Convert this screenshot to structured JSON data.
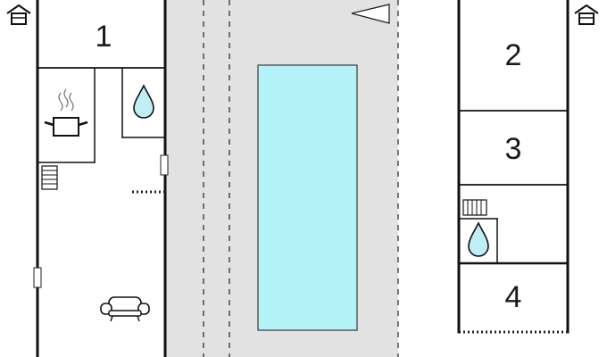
{
  "floorplan": {
    "rooms": [
      {
        "id": "room-1",
        "label": "1"
      },
      {
        "id": "room-2",
        "label": "2"
      },
      {
        "id": "room-3",
        "label": "3"
      },
      {
        "id": "room-4",
        "label": "4"
      }
    ],
    "icons": [
      "house-icon",
      "cooking-pot-icon",
      "water-drop-icon",
      "radiator-icon",
      "sofa-icon",
      "compass-direction-icon",
      "door-icon"
    ],
    "colors": {
      "pool_fill": "#b3f2f7",
      "pool_stroke": "#3a3a3a",
      "terrace_fill": "#e2e2e2",
      "walls": "#111111",
      "water_drop": "#bfeef4"
    }
  }
}
